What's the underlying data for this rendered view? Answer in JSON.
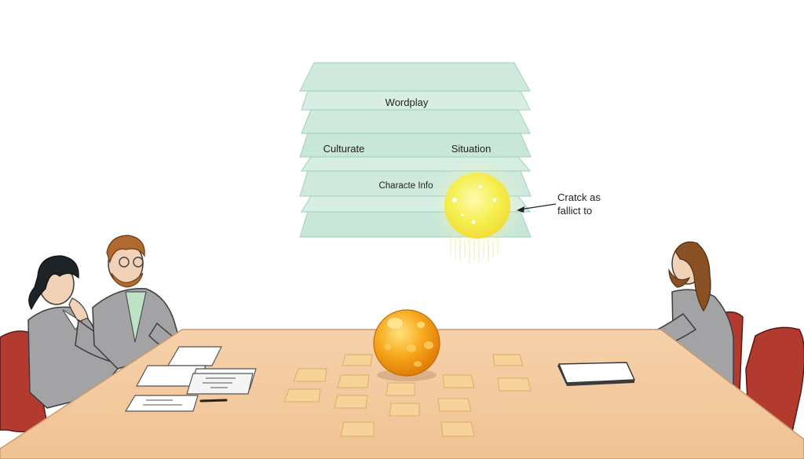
{
  "diagram": {
    "layer_labels": {
      "top": "Wordplay",
      "left": "Culturate",
      "right": "Situation",
      "bottom": "Characte Info"
    },
    "callout": {
      "line1": "Cratck as",
      "line2": "fallict to"
    }
  },
  "colors": {
    "layer_fill": "#cfeadd",
    "layer_edge": "#a8d6c2",
    "table": "#f3c9a0",
    "glowing_orb": "#f6ee4a",
    "center_sphere": "#f5a312",
    "sticky_note": "#f6d399",
    "suit": "#a3a3a6",
    "chair": "#b23a2e"
  }
}
